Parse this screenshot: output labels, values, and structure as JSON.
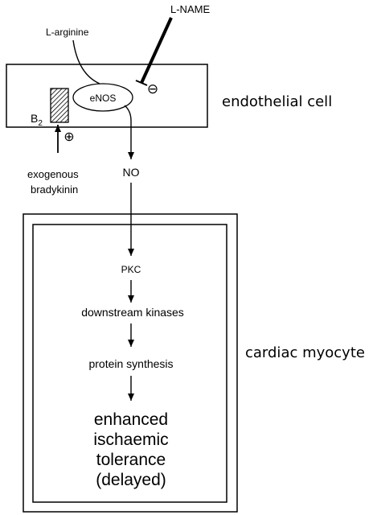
{
  "diagram": {
    "inhibitor": "L-NAME",
    "substrate": "L-arginine",
    "enzyme": "eNOS",
    "inhibit_sign": "⊖",
    "receptor_base": "B",
    "receptor_sub": "2",
    "stimulate_sign": "⊕",
    "agonist_line1": "exogenous",
    "agonist_line2": "bradykinin",
    "product": "NO",
    "cell1_label": "endothelial cell",
    "cell2_label": "cardiac myocyte",
    "step1": "PKC",
    "step2": "downstream kinases",
    "step3": "protein synthesis",
    "outcome_line1": "enhanced",
    "outcome_line2": "ischaemic",
    "outcome_line3": "tolerance",
    "outcome_line4": "(delayed)"
  }
}
